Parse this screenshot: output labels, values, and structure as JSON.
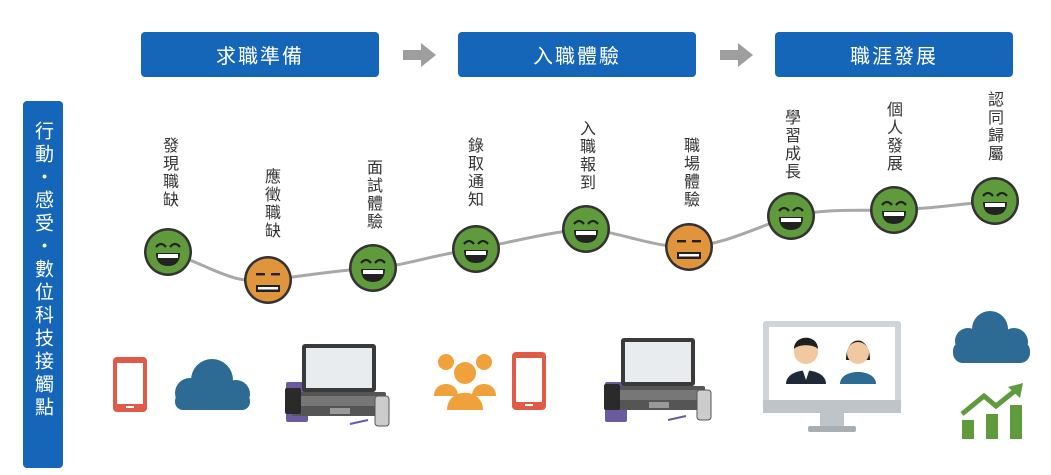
{
  "phases": [
    {
      "label": "求職準備"
    },
    {
      "label": "入職體驗"
    },
    {
      "label": "職涯發展"
    }
  ],
  "side_label": "行動・感受・數位科技接觸點",
  "stages": [
    {
      "label": "發現職缺",
      "mood": "happy"
    },
    {
      "label": "應徵職缺",
      "mood": "neutral"
    },
    {
      "label": "面試體驗",
      "mood": "happy"
    },
    {
      "label": "錄取通知",
      "mood": "happy"
    },
    {
      "label": "入職報到",
      "mood": "happy"
    },
    {
      "label": "職場體驗",
      "mood": "neutral"
    },
    {
      "label": "學習成長",
      "mood": "happy"
    },
    {
      "label": "個人發展",
      "mood": "happy"
    },
    {
      "label": "認同歸屬",
      "mood": "happy"
    }
  ],
  "colors": {
    "phase_bg": "#1565b8",
    "happy": "#5f9a3c",
    "neutral": "#e0943c",
    "line": "#a8a8a8",
    "arrow": "#9e9e9e",
    "icon_blue": "#2e6b94",
    "icon_red": "#e05a47",
    "icon_orange": "#f0a13b",
    "icon_green": "#5f9a3c"
  },
  "touchpoint_icons": [
    "smartphone-icon",
    "cloud-icon",
    "laptop-icon",
    "people-icon",
    "smartphone-icon",
    "laptop-icon",
    "monitor-video-icon",
    "cloud-icon",
    "growth-chart-icon"
  ]
}
